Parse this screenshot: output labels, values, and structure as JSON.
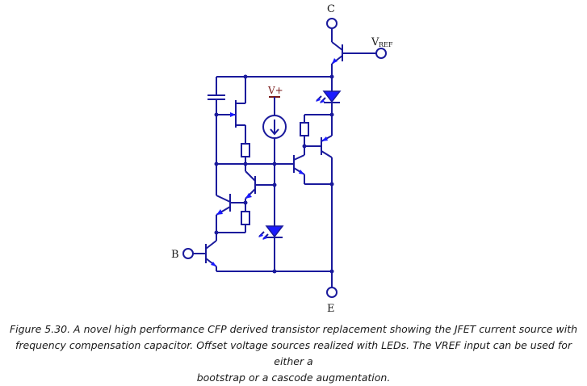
{
  "labels": {
    "collector": "C",
    "vref_main": "V",
    "vref_sub": "REF",
    "base": "B",
    "emitter": "E",
    "vplus": "V+"
  },
  "caption": {
    "line1": "Figure 5.30. A novel high performance CFP derived transistor replacement showing the JFET current source with",
    "line2": "frequency compensation capacitor. Offset voltage sources realized with LEDs. The VREF input can be used for either a",
    "line3": "bootstrap or a cascode augmentation."
  },
  "colors": {
    "wire": "#1a1a9c",
    "led": "#1a1aff",
    "vplus": "#7a1a1a"
  }
}
